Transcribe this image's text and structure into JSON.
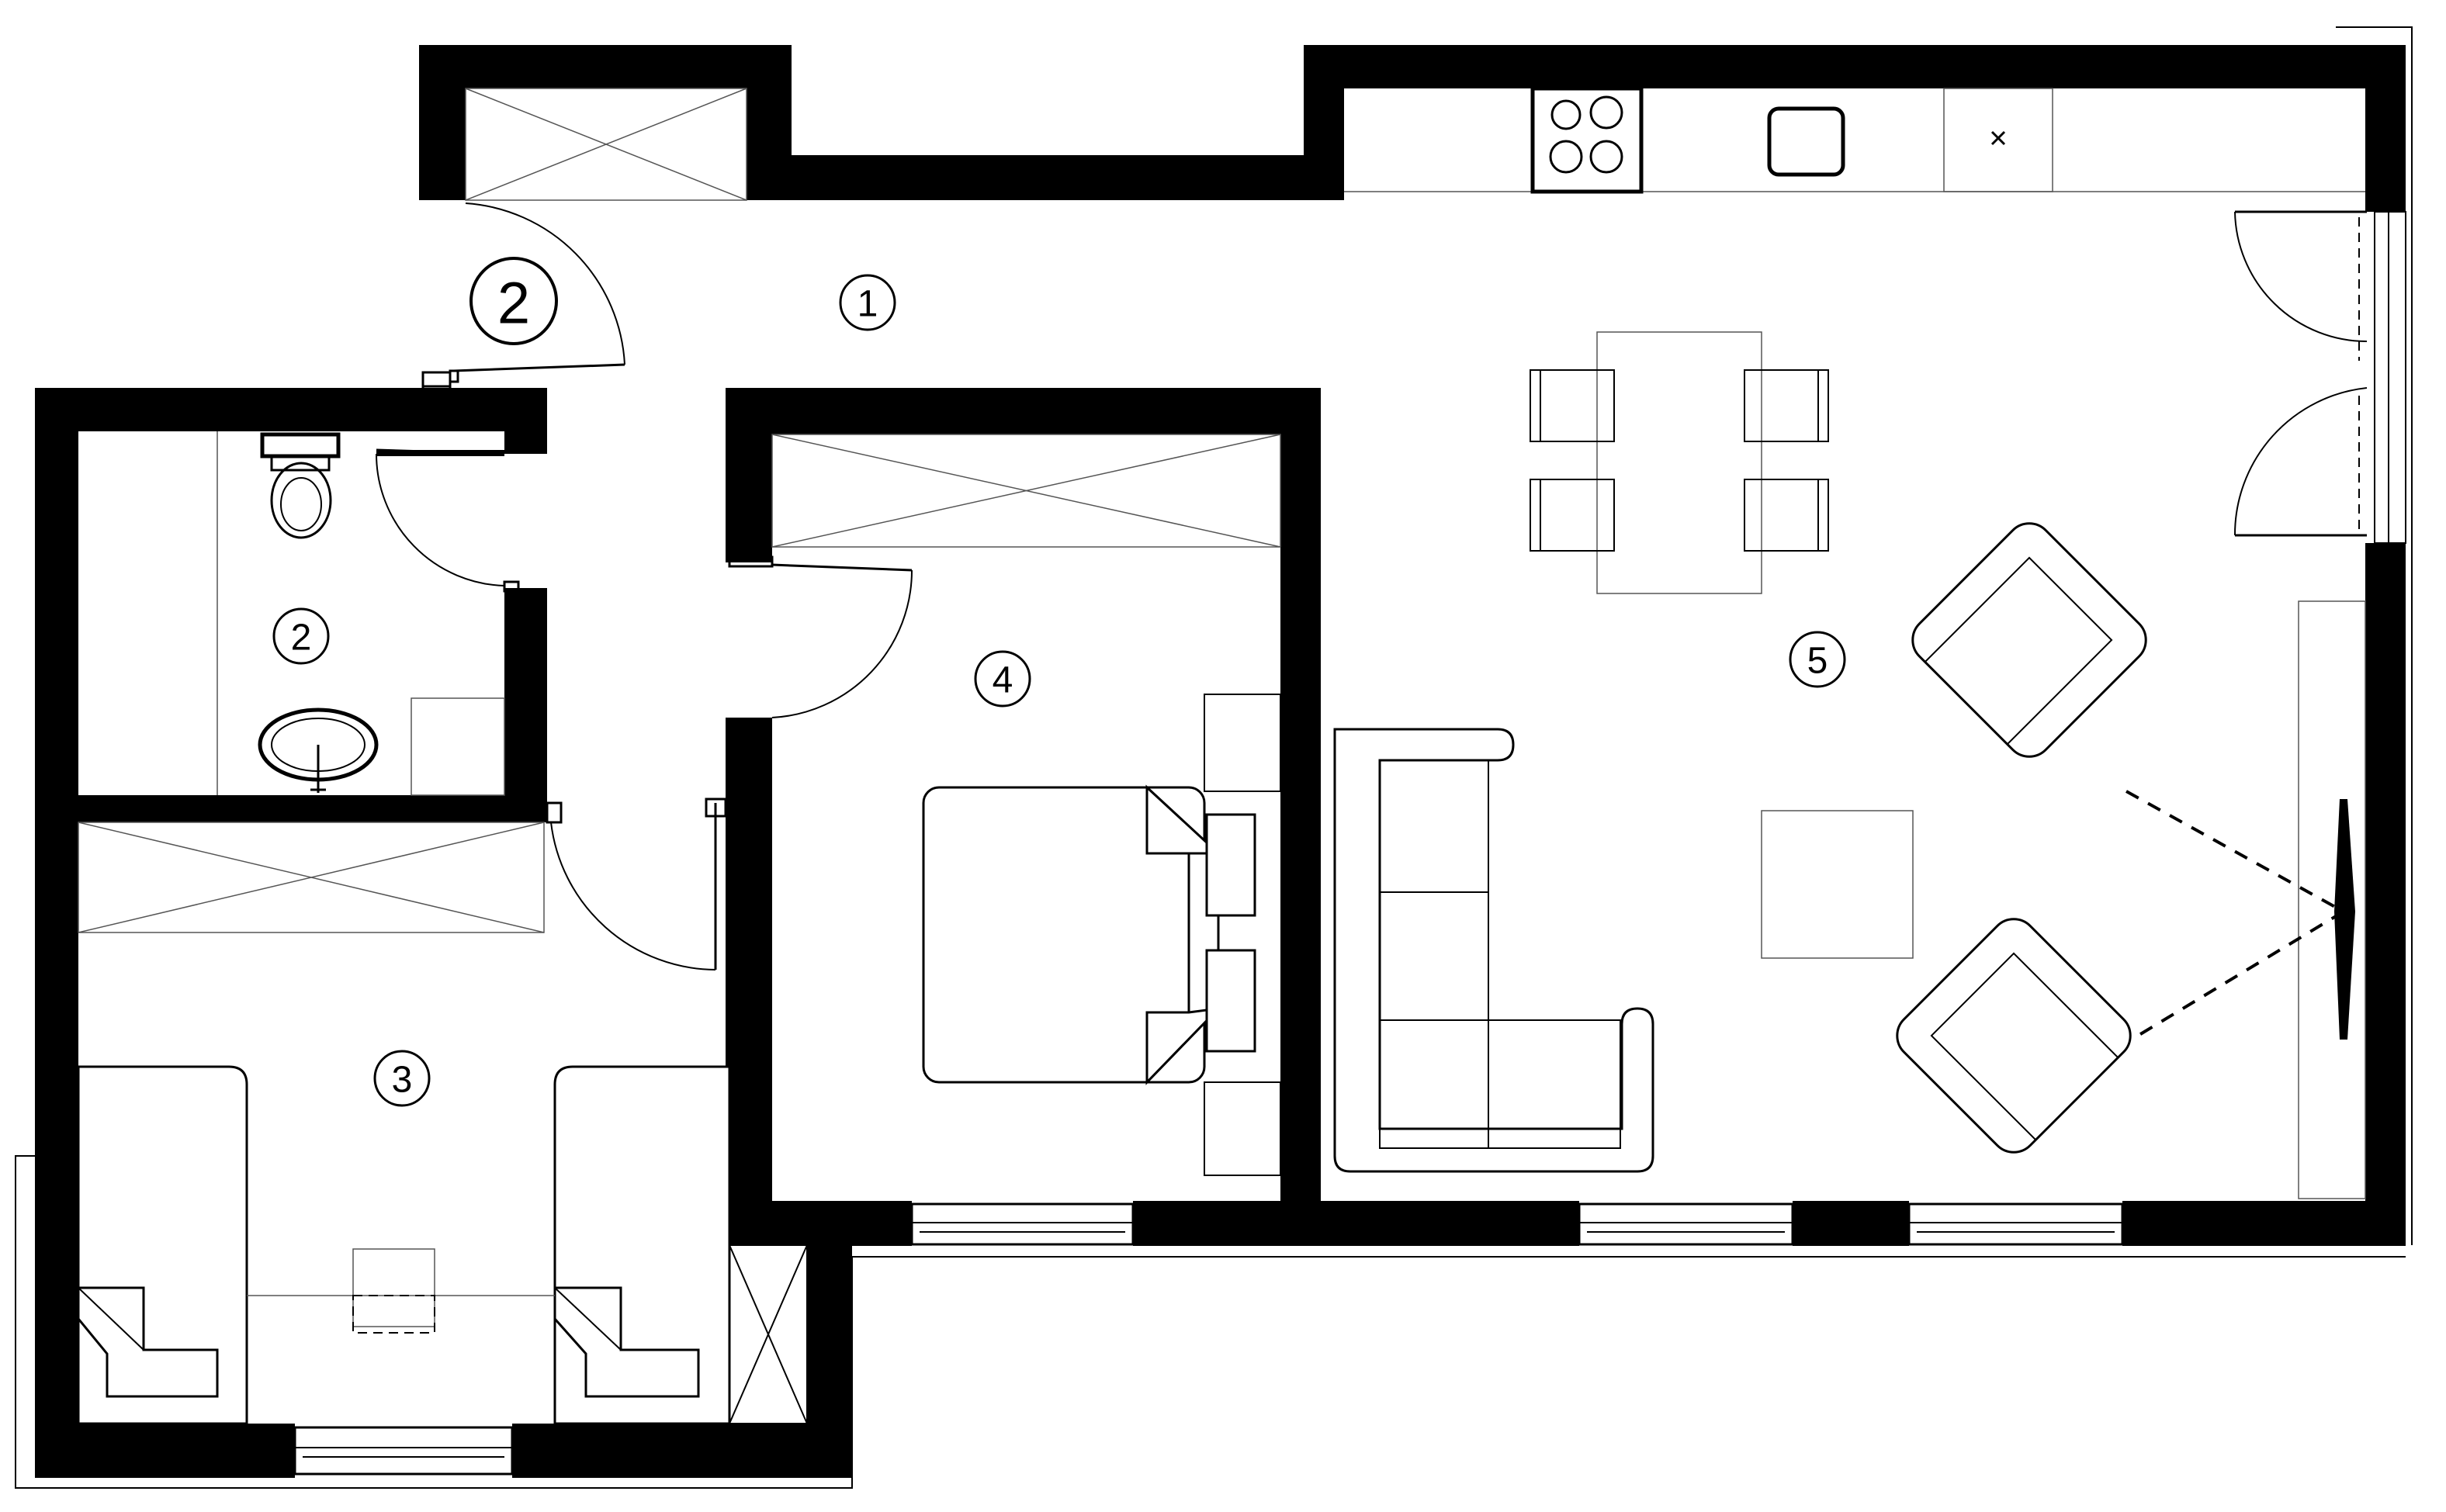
{
  "room_labels": {
    "hall": "1",
    "entry": "2",
    "bathroom": "2",
    "kids_room": "3",
    "bedroom": "4",
    "living_kitchen": "5"
  },
  "colors": {
    "wall": "#000000",
    "line": "#000000",
    "background": "#ffffff"
  }
}
